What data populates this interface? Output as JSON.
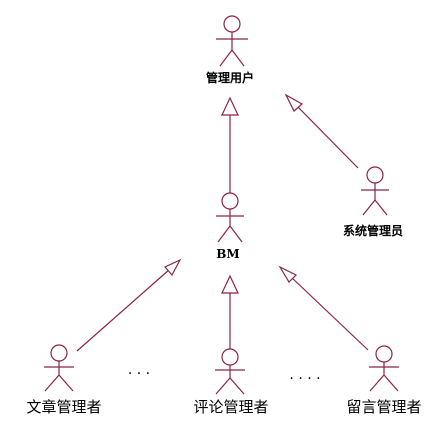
{
  "colors": {
    "stroke": "#8b2346",
    "text": "#000000",
    "background": "#ffffff"
  },
  "diagram": {
    "actors": {
      "manage_user": {
        "label": "管理用户"
      },
      "system_admin": {
        "label": "系统管理员"
      },
      "bm": {
        "label": "BM"
      },
      "article_admin": {
        "label": "文章管理者"
      },
      "comment_admin": {
        "label": "评论管理者"
      },
      "message_admin": {
        "label": "留言管理者"
      }
    },
    "ellipses": {
      "left": "· · ·",
      "right": "· · · ·"
    },
    "relations": [
      {
        "from": "bm",
        "to": "manage_user",
        "type": "generalization"
      },
      {
        "from": "system_admin",
        "to": "manage_user",
        "type": "generalization"
      },
      {
        "from": "article_admin",
        "to": "bm",
        "type": "generalization"
      },
      {
        "from": "comment_admin",
        "to": "bm",
        "type": "generalization"
      },
      {
        "from": "message_admin",
        "to": "bm",
        "type": "generalization"
      }
    ]
  }
}
